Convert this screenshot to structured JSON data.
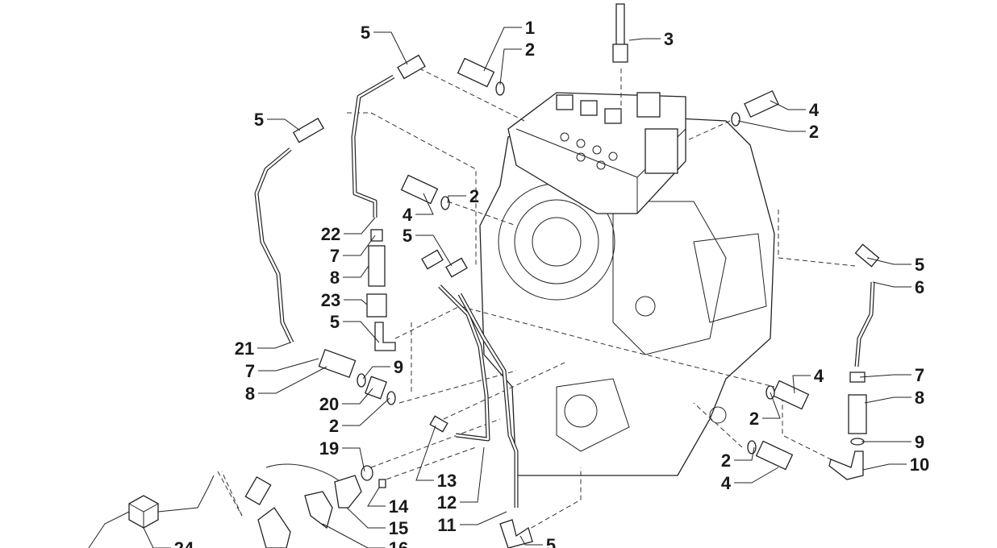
{
  "diagram": {
    "callouts": [
      "1",
      "2",
      "3",
      "4",
      "2",
      "2",
      "4",
      "5",
      "5",
      "22",
      "7",
      "5",
      "8",
      "23",
      "5",
      "21",
      "7",
      "9",
      "8",
      "20",
      "2",
      "19",
      "13",
      "14",
      "12",
      "15",
      "11",
      "16",
      "24",
      "5",
      "5",
      "6",
      "7",
      "8",
      "9",
      "10",
      "4",
      "2",
      "2",
      "4"
    ]
  }
}
